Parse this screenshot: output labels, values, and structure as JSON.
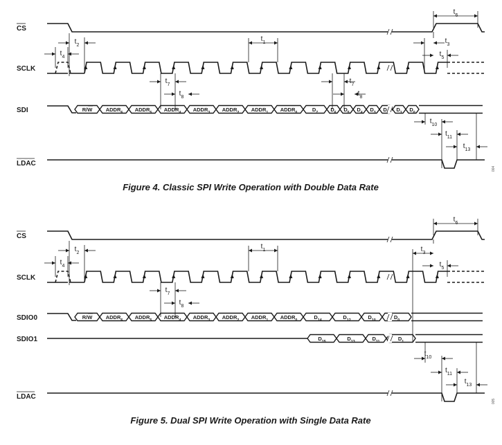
{
  "figures": [
    {
      "id": "fig4",
      "caption": "Figure 4. Classic SPI Write Operation with Double Data Rate",
      "figure_code": "004",
      "signals": [
        {
          "key": "cs",
          "label": "CS",
          "overline": true
        },
        {
          "key": "sclk",
          "label": "SCLK",
          "overline": false
        },
        {
          "key": "sdi",
          "label": "SDI",
          "overline": false
        },
        {
          "key": "ldac",
          "label": "LDAC",
          "overline": true
        }
      ],
      "buses": [
        {
          "signal": "sdi",
          "cells": [
            {
              "t": "R/W",
              "bar": true
            },
            {
              "t": "ADDR",
              "s": "6"
            },
            {
              "t": "ADDR",
              "s": "5"
            },
            {
              "t": "ADDR",
              "s": "4"
            },
            {
              "t": "ADDR",
              "s": "3"
            },
            {
              "t": "ADDR",
              "s": "2"
            },
            {
              "t": "ADDR",
              "s": "1"
            },
            {
              "t": "ADDR",
              "s": "0"
            },
            {
              "t": "D",
              "s": "7"
            },
            {
              "t": "D",
              "s": "6"
            },
            {
              "t": "D",
              "s": "5"
            },
            {
              "t": "D",
              "s": "4"
            },
            {
              "t": "D",
              "s": "3"
            },
            {
              "t": "D",
              "s": "2"
            },
            {
              "t": "D",
              "s": "1"
            },
            {
              "t": "D",
              "s": "0"
            }
          ]
        }
      ],
      "timing": [
        {
          "t": "t",
          "s": "2"
        },
        {
          "t": "t",
          "s": "4"
        },
        {
          "t": "t",
          "s": "1"
        },
        {
          "t": "t",
          "s": "6"
        },
        {
          "t": "t",
          "s": "3"
        },
        {
          "t": "t",
          "s": "5"
        },
        {
          "t": "t",
          "s": "7"
        },
        {
          "t": "t",
          "s": "8"
        },
        {
          "t": "t",
          "s": "7"
        },
        {
          "t": "t",
          "s": "8"
        },
        {
          "t": "t",
          "s": "10"
        },
        {
          "t": "t",
          "s": "11"
        },
        {
          "t": "t",
          "s": "13"
        }
      ]
    },
    {
      "id": "fig5",
      "caption": "Figure 5. Dual SPI Write Operation with Single Data Rate",
      "figure_code": "005",
      "signals": [
        {
          "key": "cs",
          "label": "CS",
          "overline": true
        },
        {
          "key": "sclk",
          "label": "SCLK",
          "overline": false
        },
        {
          "key": "sdio0",
          "label": "SDIO0",
          "overline": false
        },
        {
          "key": "sdio1",
          "label": "SDIO1",
          "overline": false
        },
        {
          "key": "ldac",
          "label": "LDAC",
          "overline": true
        }
      ],
      "buses": [
        {
          "signal": "sdio0",
          "cells": [
            {
              "t": "R/W",
              "bar": true
            },
            {
              "t": "ADDR",
              "s": "6"
            },
            {
              "t": "ADDR",
              "s": "5"
            },
            {
              "t": "ADDR",
              "s": "4"
            },
            {
              "t": "ADDR",
              "s": "3"
            },
            {
              "t": "ADDR",
              "s": "2"
            },
            {
              "t": "ADDR",
              "s": "1"
            },
            {
              "t": "ADDR",
              "s": "0"
            },
            {
              "t": "D",
              "s": "14"
            },
            {
              "t": "D",
              "s": "12"
            },
            {
              "t": "D",
              "s": "10"
            },
            {
              "t": "D",
              "s": "0"
            }
          ]
        },
        {
          "signal": "sdio1",
          "cells": [
            {
              "t": "D",
              "s": "15"
            },
            {
              "t": "D",
              "s": "13"
            },
            {
              "t": "D",
              "s": "11"
            },
            {
              "t": "D",
              "s": "1"
            }
          ]
        }
      ],
      "timing": [
        {
          "t": "t",
          "s": "2"
        },
        {
          "t": "t",
          "s": "4"
        },
        {
          "t": "t",
          "s": "1"
        },
        {
          "t": "t",
          "s": "6"
        },
        {
          "t": "t",
          "s": "3"
        },
        {
          "t": "t",
          "s": "5"
        },
        {
          "t": "t",
          "s": "7"
        },
        {
          "t": "t",
          "s": "8"
        },
        {
          "t": "t",
          "s": "10"
        },
        {
          "t": "t",
          "s": "11"
        },
        {
          "t": "t",
          "s": "13"
        }
      ]
    }
  ]
}
